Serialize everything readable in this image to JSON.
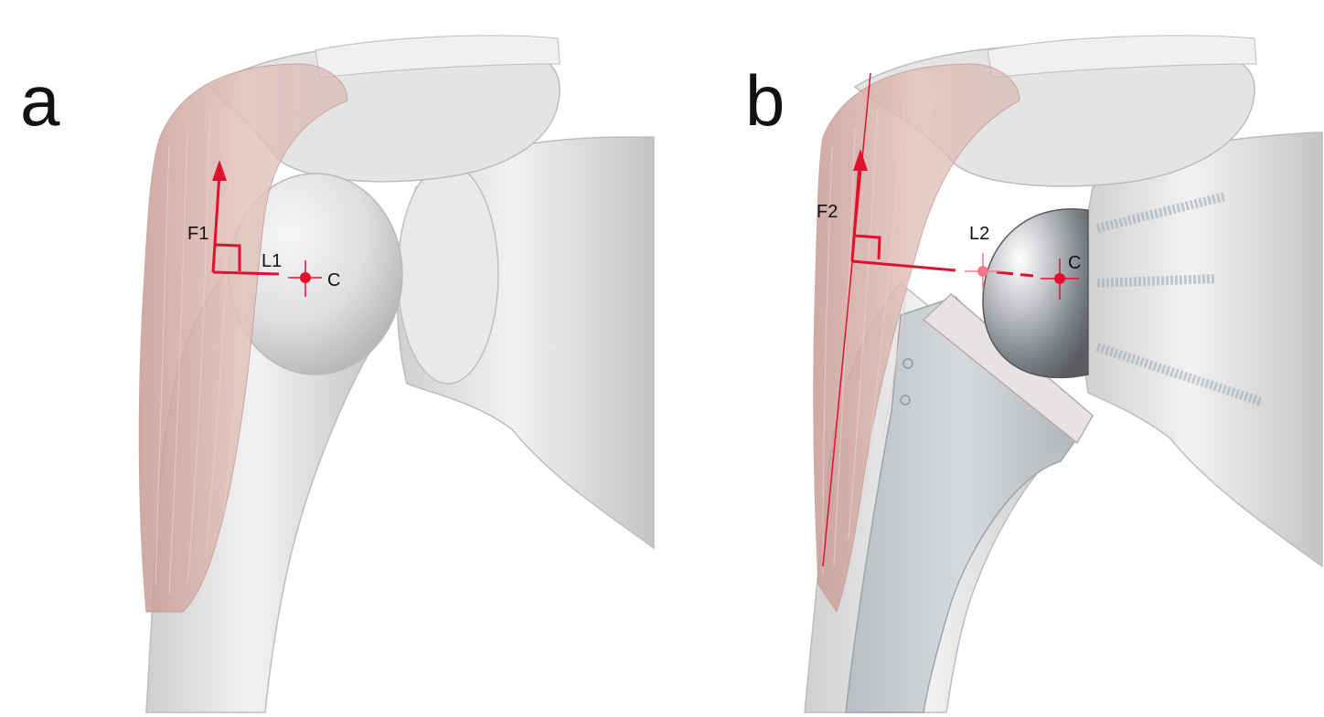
{
  "panels": {
    "a": {
      "letter": "a",
      "force_label": "F1",
      "lever_label": "L1",
      "center_label": "C"
    },
    "b": {
      "letter": "b",
      "force_label": "F2",
      "lever_label": "L2",
      "center_label": "C"
    }
  },
  "colors": {
    "annotation_red": "#e0102f",
    "muscle": "#d9b0aa",
    "bone": "#e6e6e6",
    "bone_shadow": "#b9b9b9",
    "implant_metal": "#a9abb0",
    "implant_stem": "#c9cdd2"
  }
}
